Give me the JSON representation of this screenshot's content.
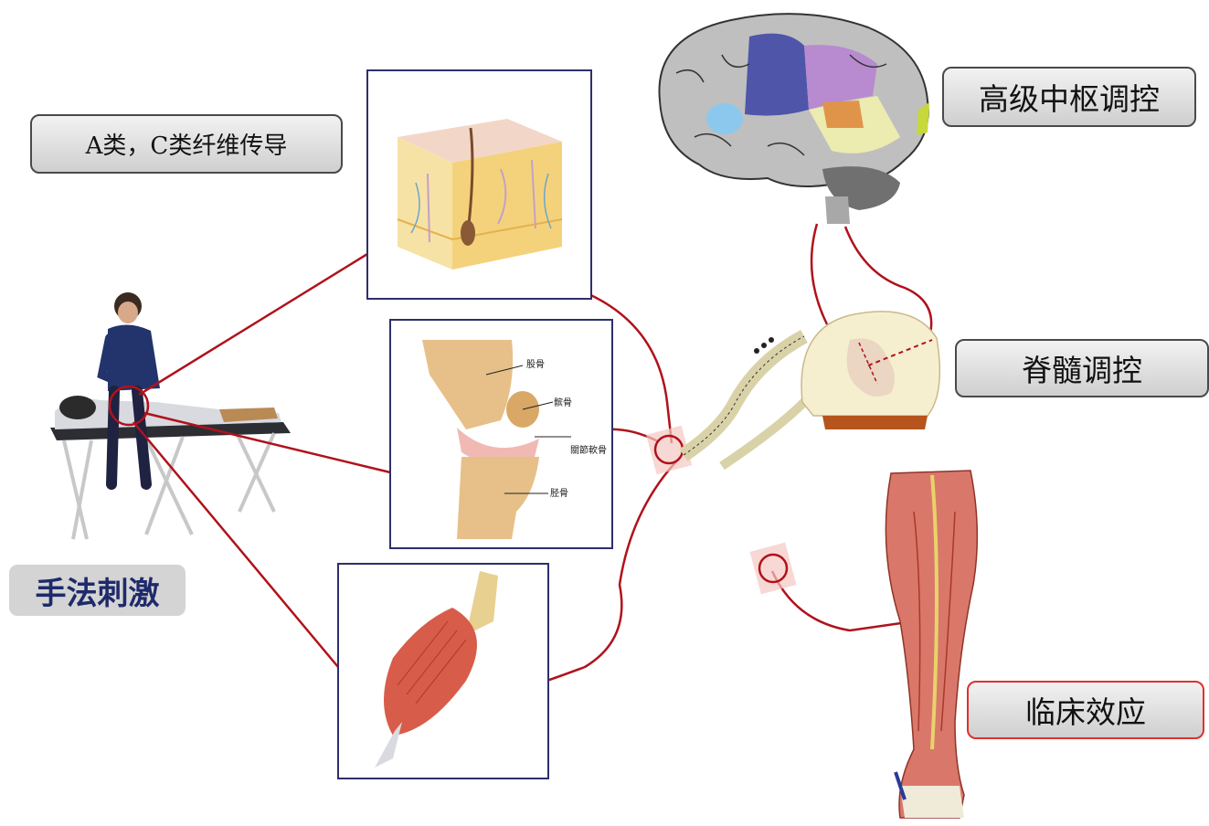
{
  "labels": {
    "fiber_conduction": "A类，C类纤维传导",
    "higher_center": "高级中枢调控",
    "spinal_control": "脊髓调控",
    "clinical_effect": "临床效应",
    "manual_stimulus": "手法刺激"
  },
  "knee_labels": {
    "femur": "股骨",
    "patella": "髌骨",
    "cartilage": "關節軟骨",
    "tibia": "胫骨"
  },
  "colors": {
    "nerve_line": "#b0121b",
    "box_border": "#4a4a4a",
    "clinical_border": "#e03030",
    "frame_border": "#2d2f6b",
    "manual_text": "#1f2a6b"
  }
}
